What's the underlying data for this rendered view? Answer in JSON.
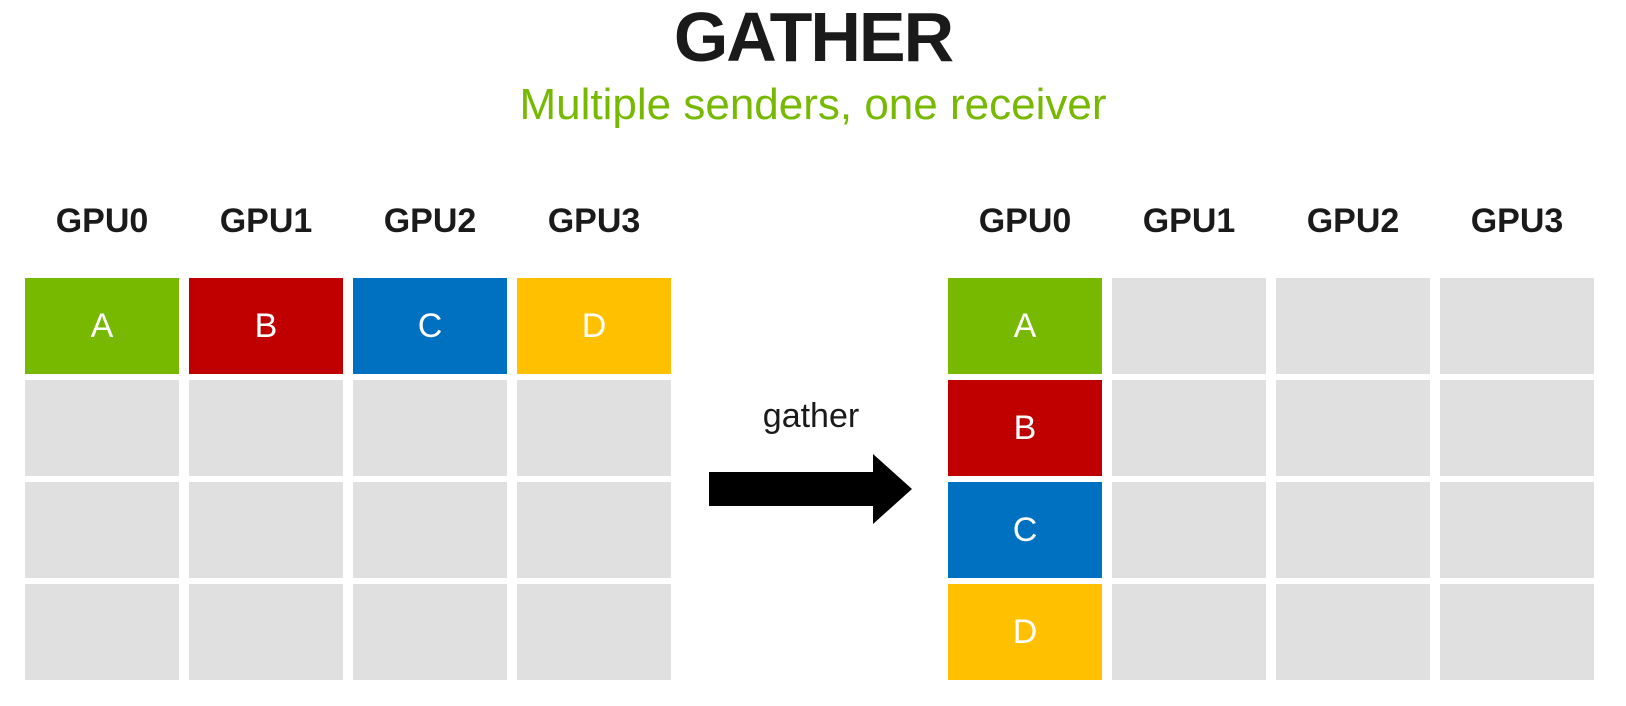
{
  "title": "GATHER",
  "subtitle": "Multiple senders, one receiver",
  "gather": {
    "label": "gather"
  },
  "colors": {
    "green": "#76b900",
    "red": "#c00000",
    "blue": "#0070c0",
    "yellow": "#ffc000",
    "gray": "#e0e0e0",
    "title_text": "#1a1a1a",
    "subtitle_text": "#76b900",
    "header_text": "#1a1a1a",
    "cell_text": "#ffffff",
    "arrow": "#000000"
  },
  "left_grid": {
    "role": "senders",
    "headers": [
      "GPU0",
      "GPU1",
      "GPU2",
      "GPU3"
    ],
    "cells": [
      [
        {
          "label": "A",
          "color": "green"
        },
        {
          "label": "B",
          "color": "red"
        },
        {
          "label": "C",
          "color": "blue"
        },
        {
          "label": "D",
          "color": "yellow"
        }
      ],
      [
        {
          "label": "",
          "color": "gray"
        },
        {
          "label": "",
          "color": "gray"
        },
        {
          "label": "",
          "color": "gray"
        },
        {
          "label": "",
          "color": "gray"
        }
      ],
      [
        {
          "label": "",
          "color": "gray"
        },
        {
          "label": "",
          "color": "gray"
        },
        {
          "label": "",
          "color": "gray"
        },
        {
          "label": "",
          "color": "gray"
        }
      ],
      [
        {
          "label": "",
          "color": "gray"
        },
        {
          "label": "",
          "color": "gray"
        },
        {
          "label": "",
          "color": "gray"
        },
        {
          "label": "",
          "color": "gray"
        }
      ]
    ]
  },
  "right_grid": {
    "role": "receiver",
    "headers": [
      "GPU0",
      "GPU1",
      "GPU2",
      "GPU3"
    ],
    "cells": [
      [
        {
          "label": "A",
          "color": "green"
        },
        {
          "label": "",
          "color": "gray"
        },
        {
          "label": "",
          "color": "gray"
        },
        {
          "label": "",
          "color": "gray"
        }
      ],
      [
        {
          "label": "B",
          "color": "red"
        },
        {
          "label": "",
          "color": "gray"
        },
        {
          "label": "",
          "color": "gray"
        },
        {
          "label": "",
          "color": "gray"
        }
      ],
      [
        {
          "label": "C",
          "color": "blue"
        },
        {
          "label": "",
          "color": "gray"
        },
        {
          "label": "",
          "color": "gray"
        },
        {
          "label": "",
          "color": "gray"
        }
      ],
      [
        {
          "label": "D",
          "color": "yellow"
        },
        {
          "label": "",
          "color": "gray"
        },
        {
          "label": "",
          "color": "gray"
        },
        {
          "label": "",
          "color": "gray"
        }
      ]
    ]
  }
}
